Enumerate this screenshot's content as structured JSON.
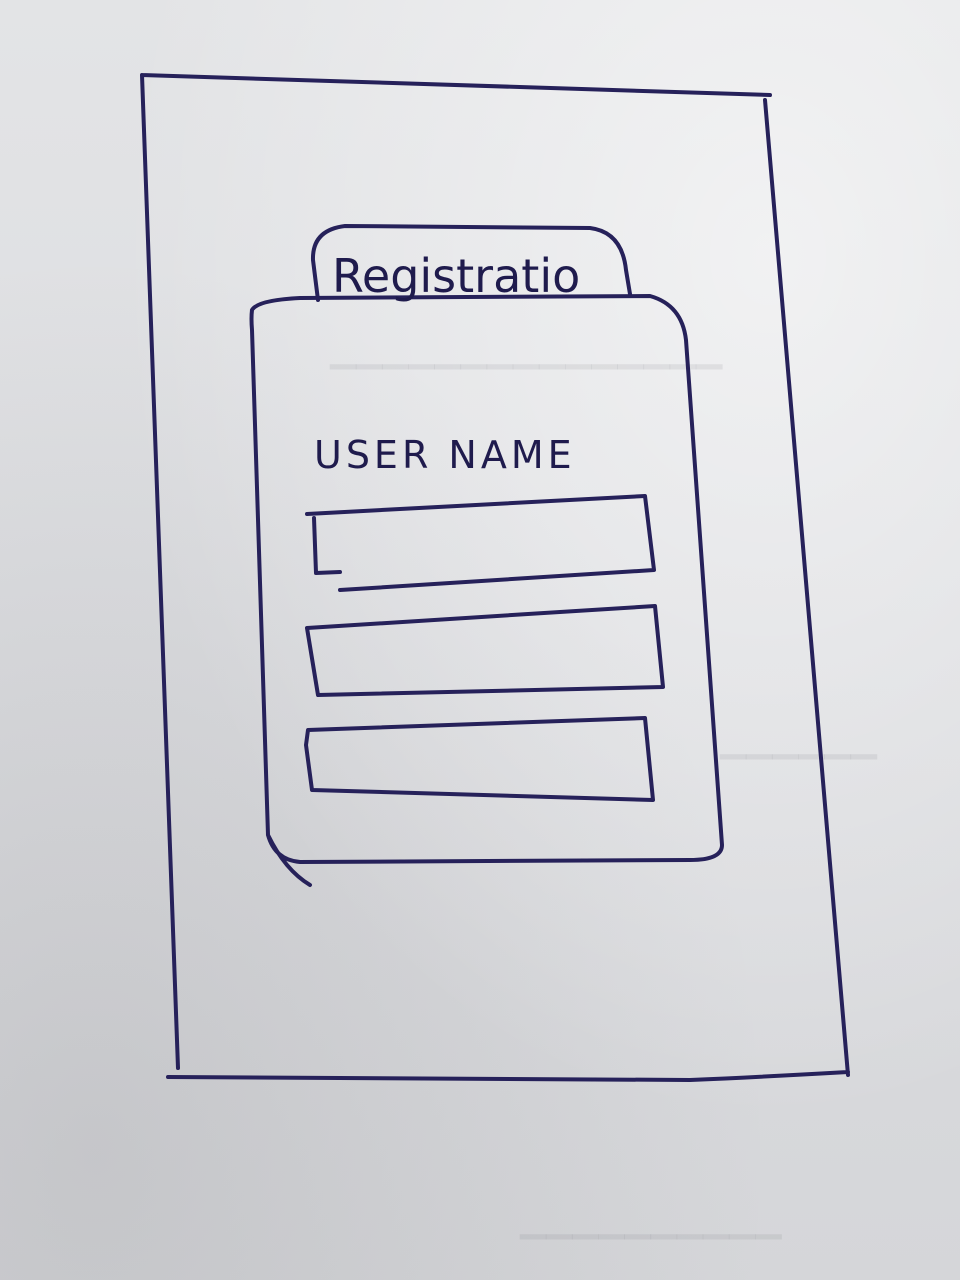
{
  "tab": {
    "label": "Registratio"
  },
  "form": {
    "username_label": "USER NAME",
    "fields": [
      {
        "name": "field-1",
        "value": ""
      },
      {
        "name": "field-2",
        "value": ""
      },
      {
        "name": "field-3",
        "value": ""
      }
    ]
  },
  "colors": {
    "ink": "#26215a",
    "paper": "#dcdde0"
  }
}
